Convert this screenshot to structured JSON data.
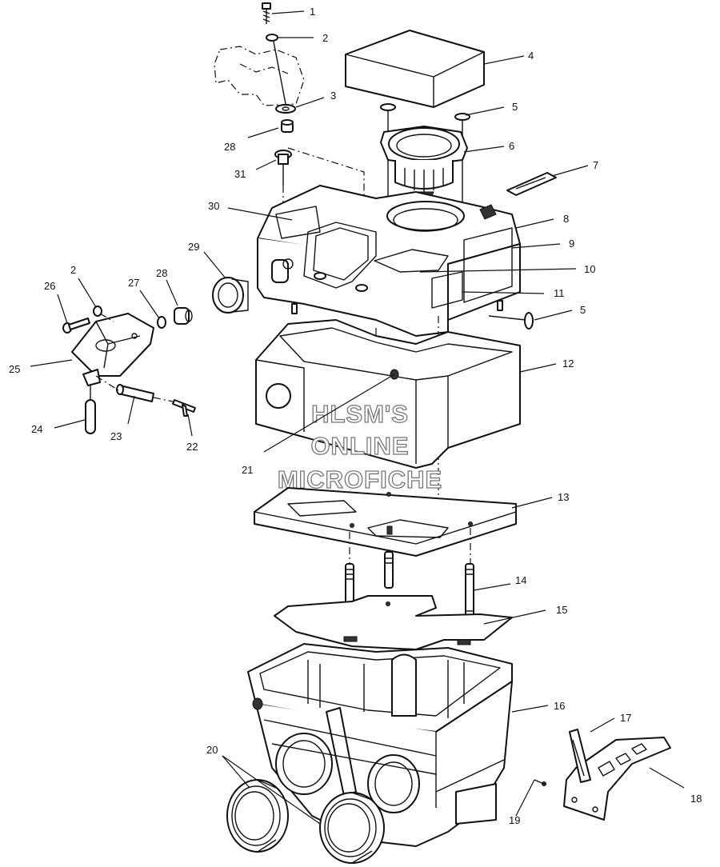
{
  "watermark": {
    "line1": "HLSM'S",
    "line2": "ONLINE",
    "line3": "MICROFICHE"
  },
  "callouts": {
    "c1": "1",
    "c2": "2",
    "c2b": "2",
    "c3": "3",
    "c4": "4",
    "c5a": "5",
    "c5b": "5",
    "c6": "6",
    "c7": "7",
    "c8": "8",
    "c9": "9",
    "c10": "10",
    "c11": "11",
    "c12": "12",
    "c13": "13",
    "c14": "14",
    "c15": "15",
    "c16": "16",
    "c17": "17",
    "c18": "18",
    "c19": "19",
    "c20": "20",
    "c21": "21",
    "c22": "22",
    "c23": "23",
    "c24": "24",
    "c25": "25",
    "c26": "26",
    "c27": "27",
    "c28": "28",
    "c28b": "28",
    "c29": "29",
    "c30": "30",
    "c31": "31"
  }
}
